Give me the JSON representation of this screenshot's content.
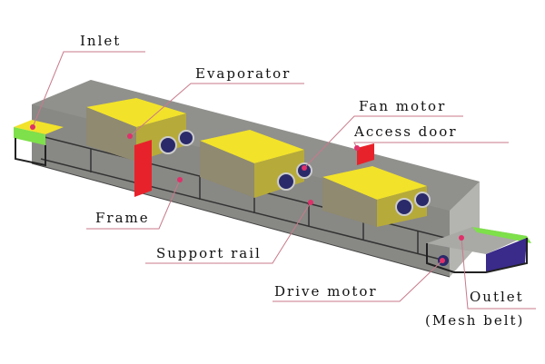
{
  "labels": {
    "inlet": "Inlet",
    "evaporator": "Evaporator",
    "fan_motor": "Fan motor",
    "access_door": "Access door",
    "frame": "Frame",
    "support_rail": "Support rail",
    "drive_motor": "Drive motor",
    "outlet": "Outlet",
    "mesh_belt": "(Mesh belt)"
  },
  "colors": {
    "leader_line": "#c87a8a",
    "dot": "#e0306a",
    "evaporator": "#f2e22a",
    "frame_red": "#e8222a",
    "belt_green": "#7ee04a",
    "housing": "#8a8a86"
  }
}
